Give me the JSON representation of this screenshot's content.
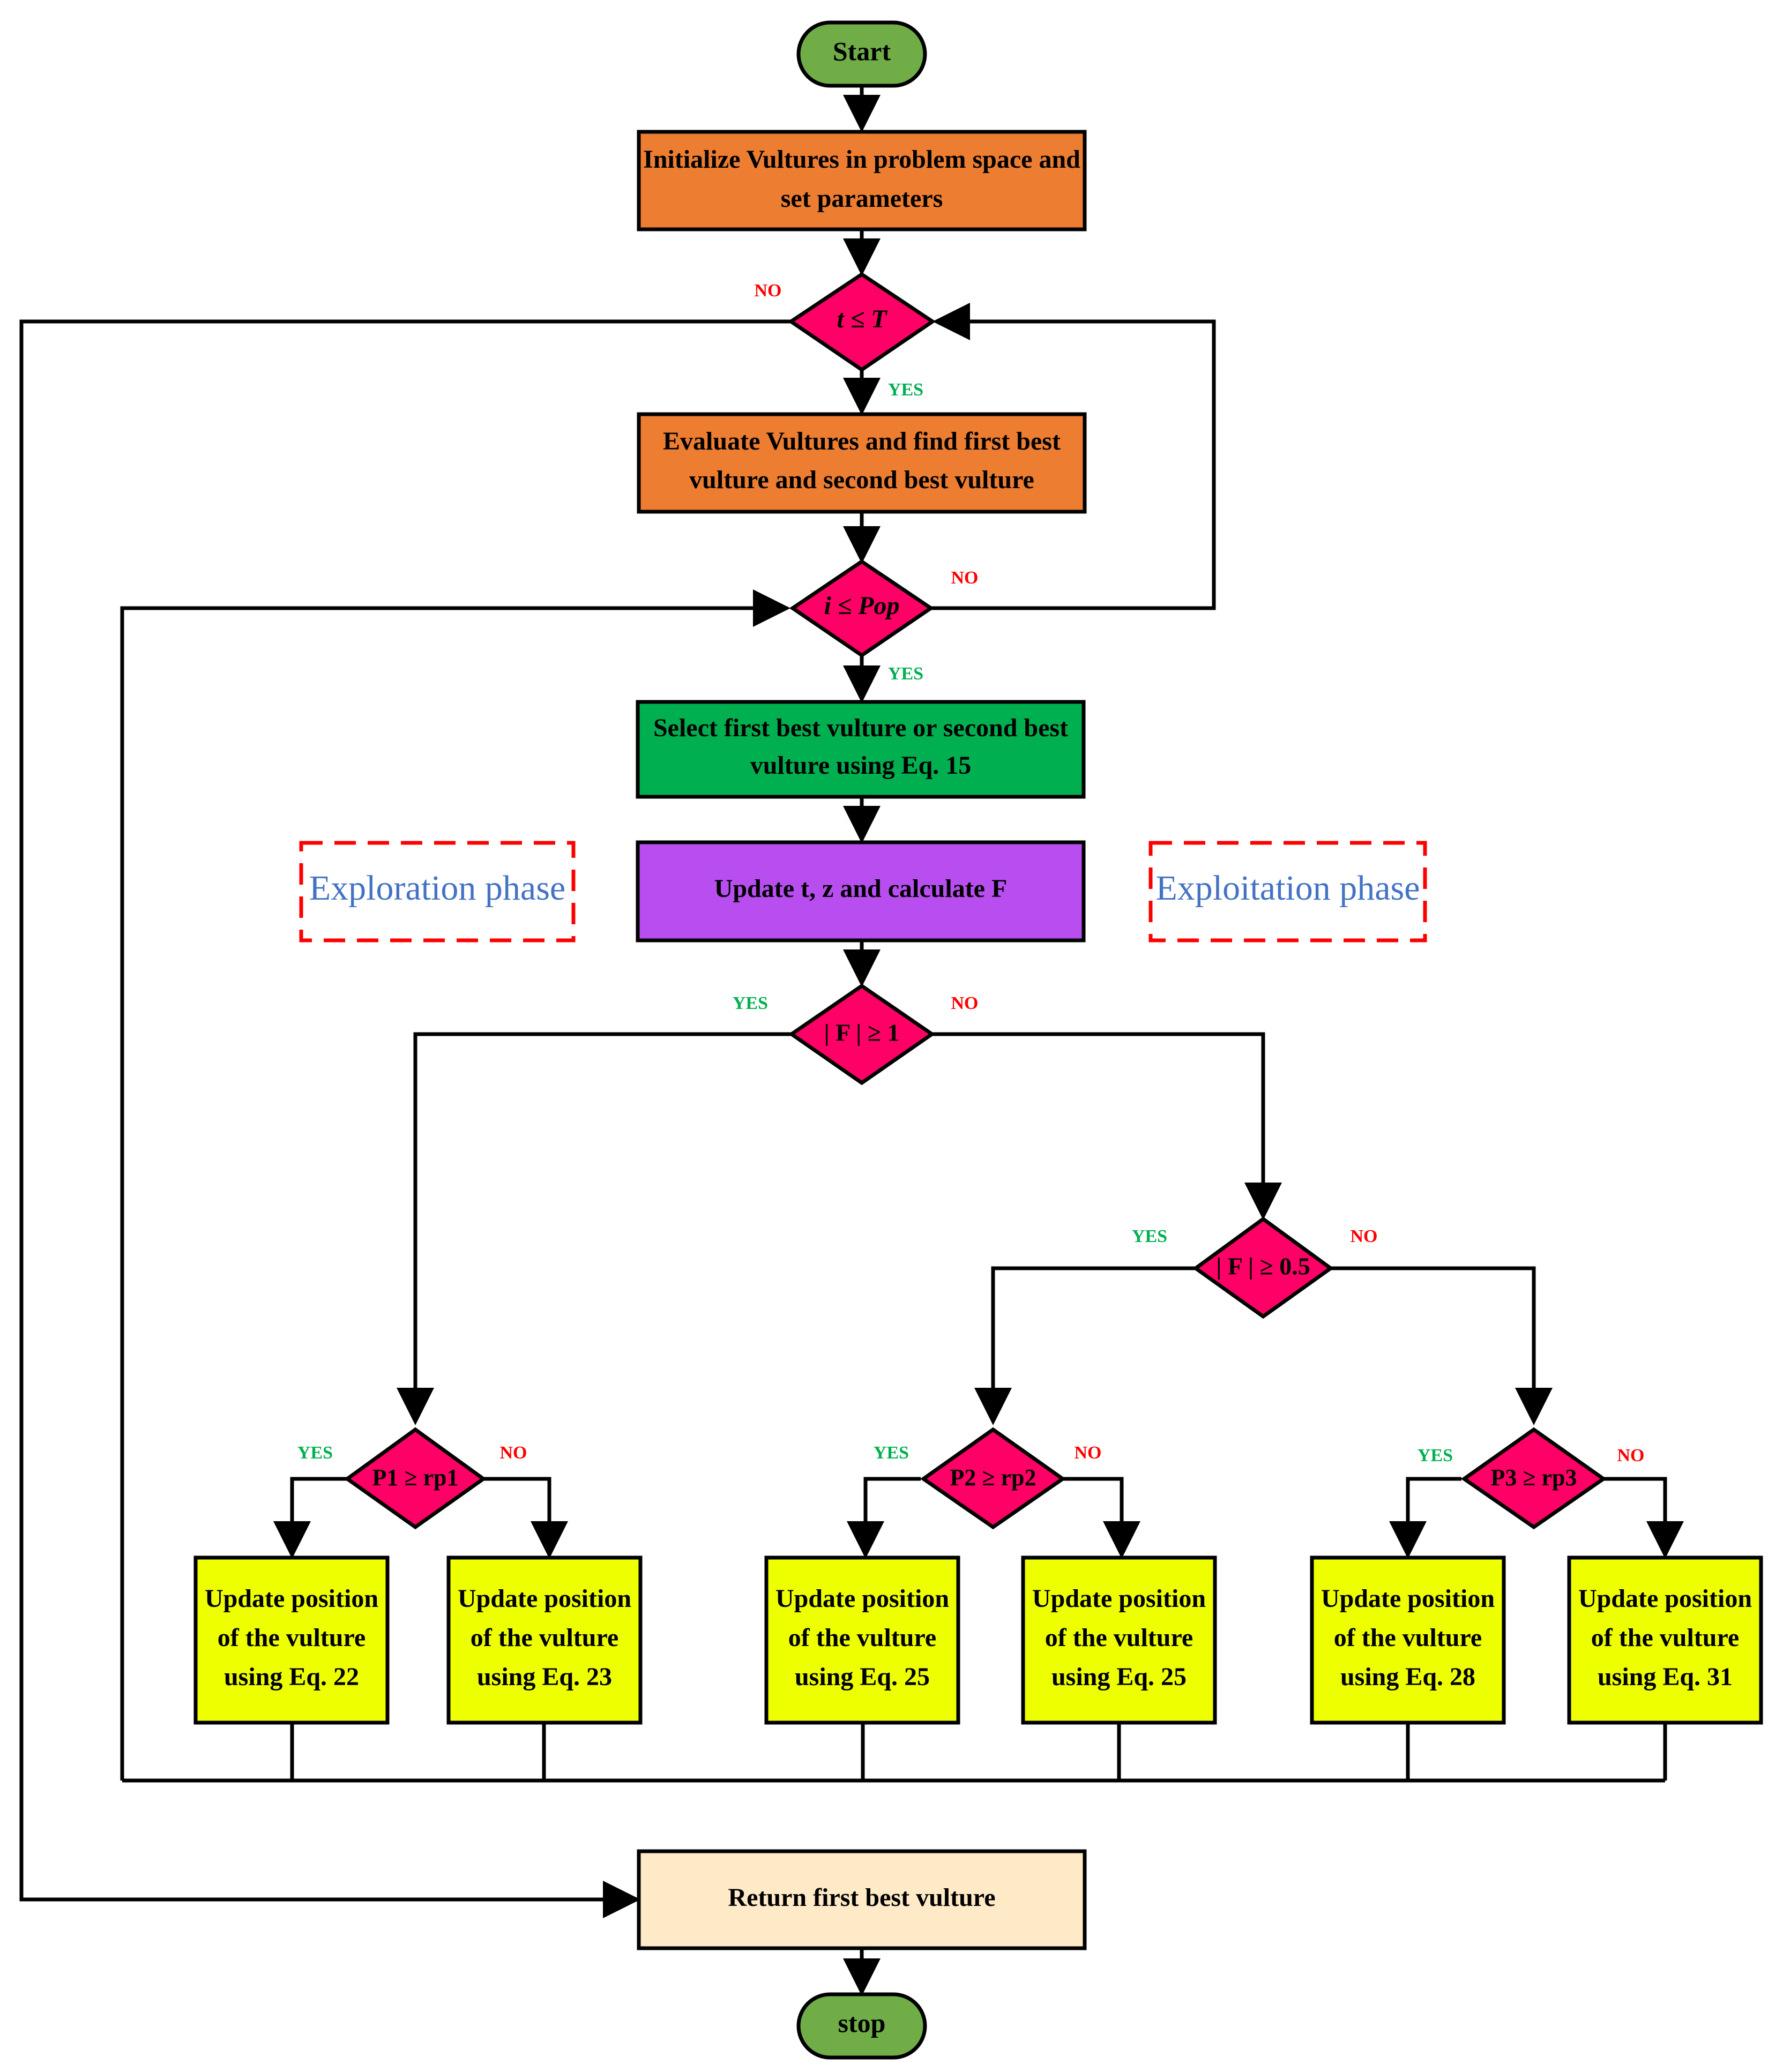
{
  "colors": {
    "terminal": "#70ad47",
    "process_orange": "#ed7d31",
    "decision": "#ff0066",
    "process_green": "#00b050",
    "process_purple": "#b84ef0",
    "update_yellow": "#eeff00",
    "return_box": "#ffeac8",
    "yes_label": "#00b050",
    "no_label": "#ff0000",
    "phase_text": "#4472c4",
    "phase_border": "#ff0000"
  },
  "nodes": {
    "start": "Start",
    "init": [
      "Initialize Vultures in problem space and",
      "set parameters"
    ],
    "cond_t": "t ≤ T",
    "evaluate": [
      "Evaluate Vultures and find first best",
      "vulture and second best vulture"
    ],
    "cond_pop": "i ≤ Pop",
    "select": [
      "Select first best vulture or second best",
      "vulture using Eq. 15"
    ],
    "update_tzf": "Update t, z and calculate F",
    "cond_f1": "| F | ≥ 1",
    "cond_f05": "| F | ≥ 0.5",
    "cond_p1": "P1 ≥ rp1",
    "cond_p2": "P2 ≥ rp2",
    "cond_p3": "P3 ≥ rp3",
    "update_eq22": [
      "Update position",
      "of the vulture",
      "using Eq. 22"
    ],
    "update_eq23": [
      "Update position",
      "of the vulture",
      "using Eq. 23"
    ],
    "update_eq25a": [
      "Update position",
      "of the vulture",
      "using Eq. 25"
    ],
    "update_eq25b": [
      "Update position",
      "of the vulture",
      "using Eq. 25"
    ],
    "update_eq28": [
      "Update position",
      "of the vulture",
      "using Eq. 28"
    ],
    "update_eq31": [
      "Update position",
      "of the vulture",
      "using Eq. 31"
    ],
    "return_best": "Return first best vulture",
    "stop": "stop"
  },
  "labels": {
    "yes": "YES",
    "no": "NO"
  },
  "phases": {
    "exploration": "Exploration phase",
    "exploitation": "Exploitation phase"
  }
}
